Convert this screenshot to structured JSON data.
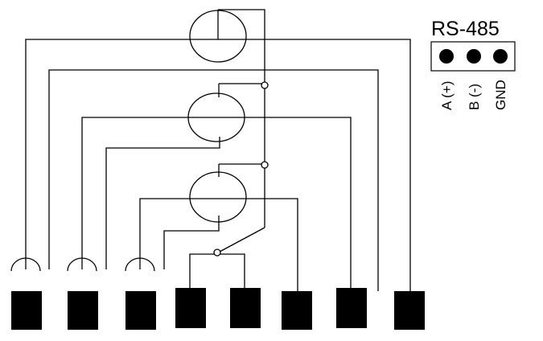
{
  "connector": {
    "title": "RS-485",
    "pins": [
      {
        "label": "A (+)"
      },
      {
        "label": "B (-)"
      },
      {
        "label": "GND"
      }
    ]
  },
  "colors": {
    "line": "#000000",
    "terminal_fill": "#000000",
    "background": "#ffffff"
  }
}
